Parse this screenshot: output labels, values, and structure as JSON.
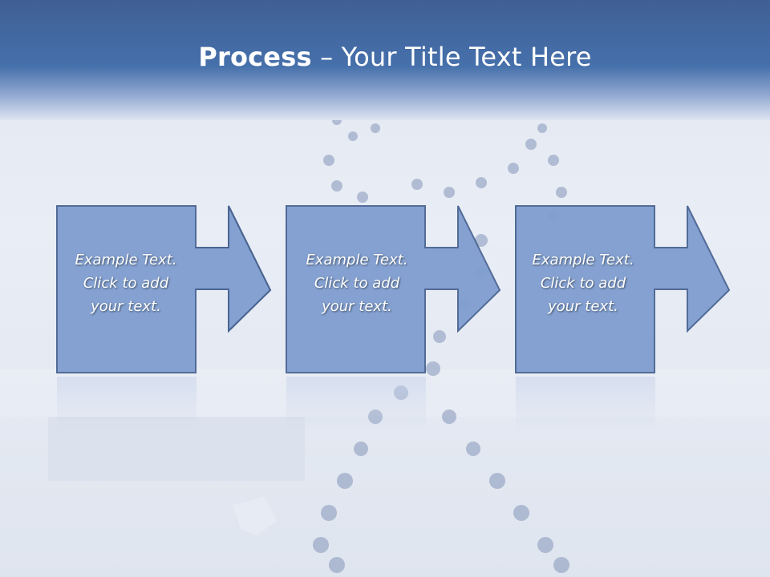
{
  "title": {
    "bold": "Process",
    "rest": " – Your Title Text Here"
  },
  "steps": [
    {
      "text": "Example Text.\nClick  to add\nyour text."
    },
    {
      "text": "Example Text.\nClick  to add\nyour text."
    },
    {
      "text": "Example Text.\nClick  to add\nyour text."
    }
  ],
  "colors": {
    "box_fill": "#7f9dcf",
    "box_stroke": "#4a6592",
    "header": "#4670ab"
  }
}
